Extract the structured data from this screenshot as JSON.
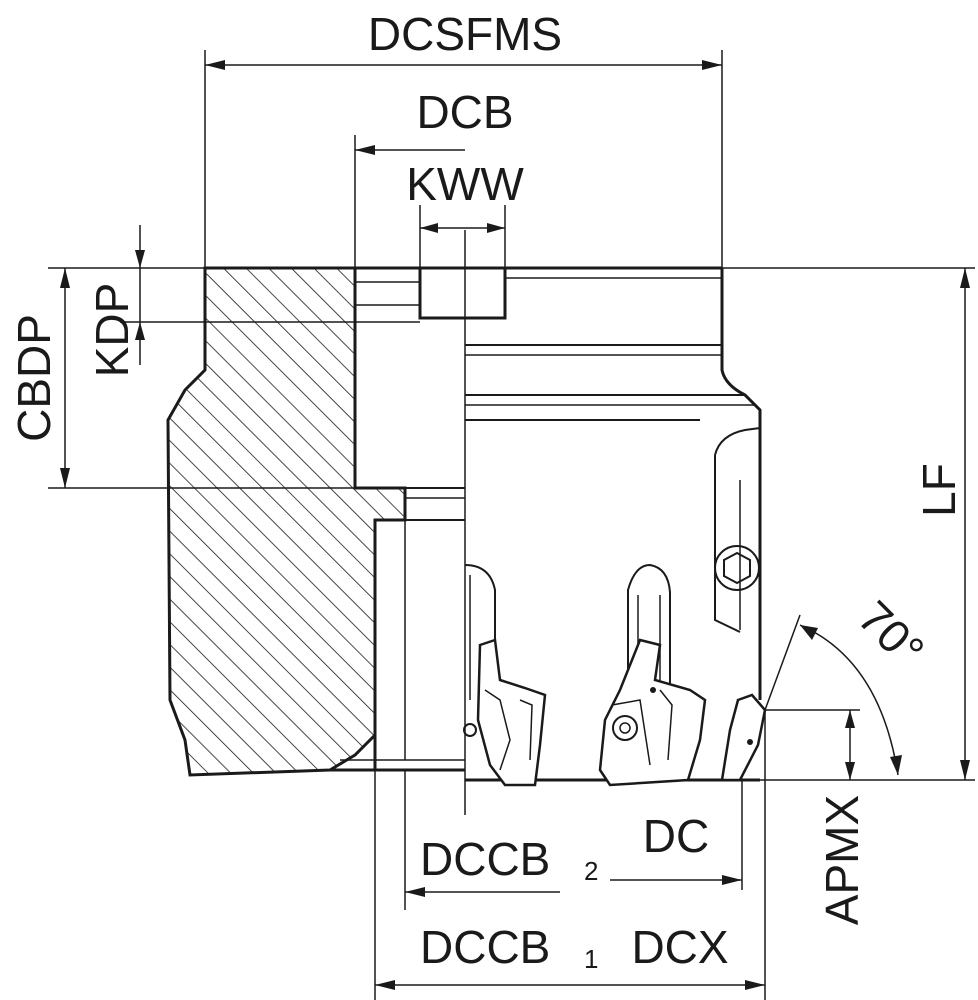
{
  "labels": {
    "dcsfms": "DCSFMS",
    "dcb": "DCB",
    "kww": "KWW",
    "kdp": "KDP",
    "cbdp": "CBDP",
    "lf": "LF",
    "angle": "70°",
    "dc": "DC",
    "dccb2_main": "DCCB",
    "dccb2_sub": "2",
    "dccb1_main": "DCCB",
    "dccb1_sub": "1",
    "dcx": "DCX",
    "apmx": "APMX"
  },
  "colors": {
    "line": "#1a1a1a",
    "background": "#ffffff"
  }
}
